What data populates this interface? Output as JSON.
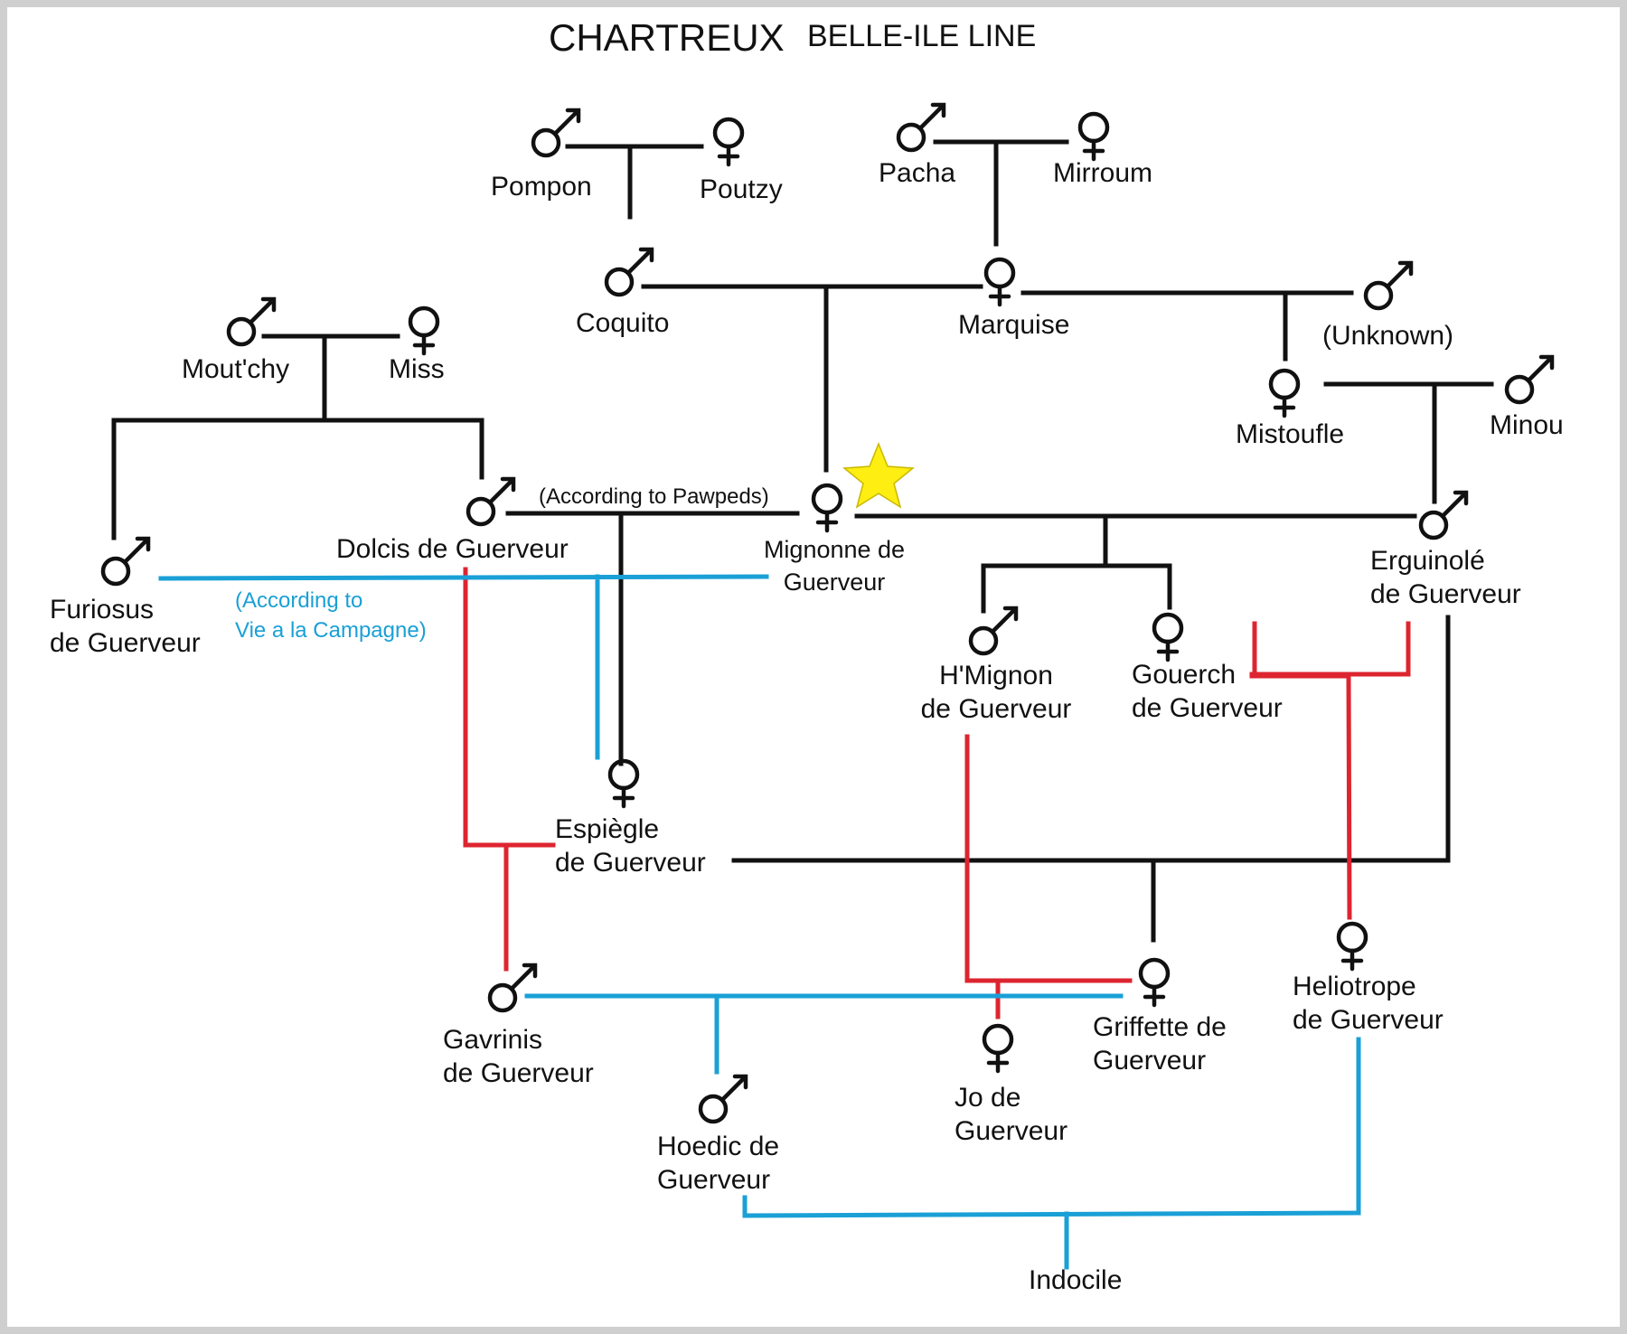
{
  "title": "CHARTREUX",
  "subtitle": "BELLE-ILE LINE",
  "colors": {
    "black": "#111111",
    "red": "#dd2530",
    "blue": "#1aa0d6",
    "star": "#ffee11",
    "frame": "#cfcfcf"
  },
  "cats": {
    "pompon": {
      "name": "Pompon",
      "sex": "male"
    },
    "poutzy": {
      "name": "Poutzy",
      "sex": "female"
    },
    "pacha": {
      "name": "Pacha",
      "sex": "male"
    },
    "mirroum": {
      "name": "Mirroum",
      "sex": "female"
    },
    "coquito": {
      "name": "Coquito",
      "sex": "male"
    },
    "marquise": {
      "name": "Marquise",
      "sex": "female"
    },
    "unknown": {
      "name": "(Unknown)",
      "sex": "male"
    },
    "moutchy": {
      "name": "Mout'chy",
      "sex": "male"
    },
    "miss": {
      "name": "Miss",
      "sex": "female"
    },
    "mistoufle": {
      "name": "Mistoufle",
      "sex": "female"
    },
    "minou": {
      "name": "Minou",
      "sex": "male"
    },
    "dolcis": {
      "name": "Dolcis de Guerveur",
      "sex": "male"
    },
    "mignonne": {
      "line1": "Mignonne de",
      "line2": "Guerveur",
      "sex": "female"
    },
    "erguinole": {
      "line1": "Erguinolé",
      "line2": "de Guerveur",
      "sex": "male"
    },
    "furiosus": {
      "line1": "Furiosus",
      "line2": "de Guerveur",
      "sex": "male"
    },
    "hmignon": {
      "line1": "H'Mignon",
      "line2": "de Guerveur",
      "sex": "male"
    },
    "gouerch": {
      "line1": "Gouerch",
      "line2": "de Guerveur",
      "sex": "female"
    },
    "espiegle": {
      "line1": "Espiègle",
      "line2": "de Guerveur",
      "sex": "female"
    },
    "gavrinis": {
      "line1": "Gavrinis",
      "line2": "de Guerveur",
      "sex": "male"
    },
    "griffette": {
      "line1": "Griffette de",
      "line2": "Guerveur",
      "sex": "female"
    },
    "heliotrope": {
      "line1": "Heliotrope",
      "line2": "de Guerveur",
      "sex": "female"
    },
    "jo": {
      "line1": "Jo de",
      "line2": "Guerveur",
      "sex": "female"
    },
    "hoedic": {
      "line1": "Hoedic de",
      "line2": "Guerveur",
      "sex": "male"
    },
    "indocile": {
      "name": "Indocile"
    }
  },
  "notes": {
    "pawpeds": "(According to Pawpeds)",
    "campagne1": "(According to",
    "campagne2": "Vie a la Campagne)"
  }
}
